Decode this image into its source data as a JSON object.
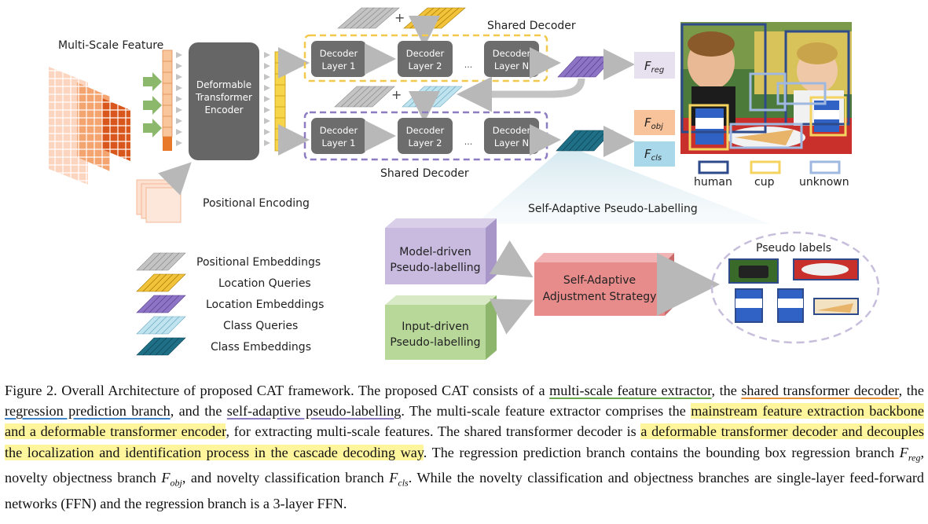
{
  "figure": {
    "multi_scale_feature": "Multi-Scale Feature",
    "encoder": [
      "Deformable",
      "Transformer",
      "Encoder"
    ],
    "positional_encoding": "Positional Encoding",
    "shared_decoder_top": "Shared Decoder",
    "shared_decoder_bottom": "Shared Decoder",
    "plus": "+",
    "dots": "...",
    "decoder_layers": [
      {
        "line1": "Decoder",
        "line2": "Layer 1"
      },
      {
        "line1": "Decoder",
        "line2": "Layer 2"
      },
      {
        "line1": "Decoder",
        "line2": "Layer N"
      }
    ],
    "outputs": {
      "reg": {
        "main": "F",
        "sub": "reg"
      },
      "obj": {
        "main": "F",
        "sub": "obj"
      },
      "cls": {
        "main": "F",
        "sub": "cls"
      }
    },
    "legend_boxes": {
      "human": "human",
      "cup": "cup",
      "unknown": "unknown"
    },
    "sapl_title": "Self-Adaptive Pseudo-Labelling",
    "model_driven": [
      "Model-driven",
      "Pseudo-labelling"
    ],
    "input_driven": [
      "Input-driven",
      "Pseudo-labelling"
    ],
    "strategy": [
      "Self-Adaptive",
      "Adjustment Strategy"
    ],
    "pseudo_labels": "Pseudo labels",
    "embedding_legend": [
      "Positional Embeddings",
      "Location Queries",
      "Location Embeddings",
      "Class Queries",
      "Class Embeddings"
    ],
    "colors": {
      "grey": "#b0b0b0",
      "yellow": "#e8b923",
      "purple": "#8e74c4",
      "lightblue": "#a8d8ea",
      "teal": "#1f6f86",
      "orange": "#e8782a",
      "human": "#2e4a8a",
      "cup": "#f4d35e",
      "unknown": "#9fb8e0"
    }
  },
  "caption": {
    "lead": "Figure 2. Overall Architecture of proposed CAT framework. The proposed CAT consists of a ",
    "t1": "multi-scale feature extractor",
    "s1": ", the ",
    "t2": "shared transformer decoder",
    "s2": ", the ",
    "t3": "regression prediction branch",
    "s3": ", and the ",
    "t4": "self-adaptive pseudo-labelling",
    "s4": ". The multi-scale feature extractor comprises the ",
    "h1": "mainstream feature extraction backbone and a deformable transformer encoder",
    "s5": ", for extracting multi-scale features. The shared transformer decoder is ",
    "h2": "a deformable transformer decoder and decouples the localization and identification process in the cascade decoding way",
    "s6": ". The regression prediction branch contains the bounding box regression branch ",
    "f_reg_main": "F",
    "f_reg_sub": "reg",
    "s7": ", novelty objectness branch ",
    "f_obj_main": "F",
    "f_obj_sub": "obj",
    "s8": ", and novelty classification branch ",
    "f_cls_main": "F",
    "f_cls_sub": "cls",
    "s9": ". While the novelty classification and objectness branches are single-layer feed-forward networks (FFN) and the regression branch is a 3-layer FFN."
  }
}
